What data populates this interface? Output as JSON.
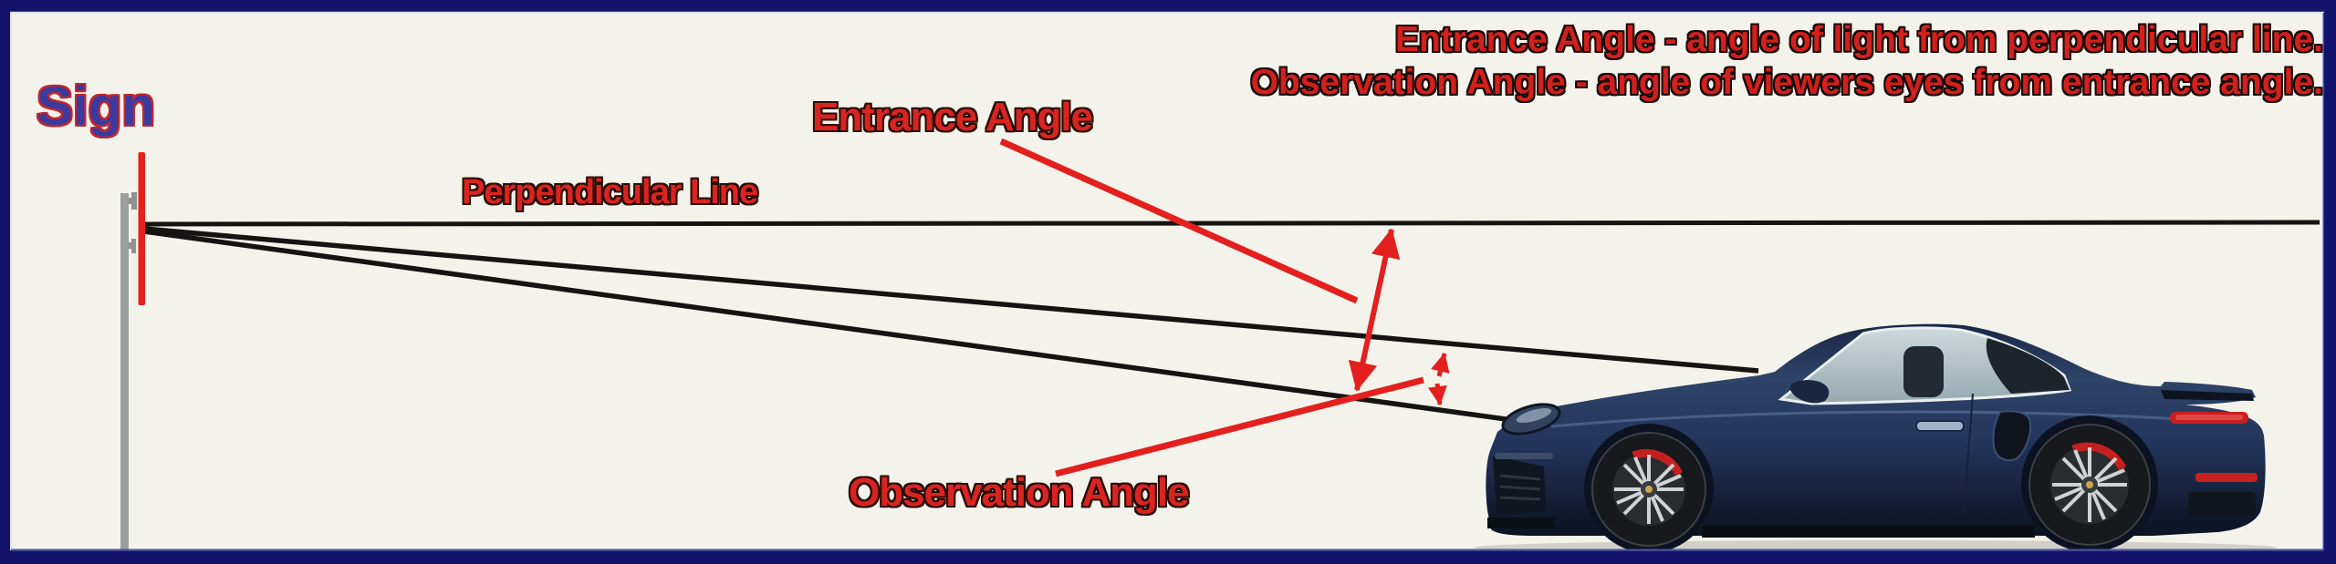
{
  "header": {
    "line1": "Entrance Angle - angle of light from perpendicular line.",
    "line2": "Observation Angle - angle of viewers eyes from entrance angle."
  },
  "labels": {
    "sign": "Sign",
    "perpendicular_line": "Perpendicular Line",
    "entrance_angle": "Entrance Angle",
    "observation_angle": "Observation Angle"
  },
  "colors": {
    "frame_border": "#13136b",
    "background": "#f4f3eb",
    "line_black": "#161412",
    "annotation_red": "#e3201d",
    "label_red_fill": "#da2420",
    "label_outline": "#2a0d07",
    "sign_label_fill": "#3c3a9e",
    "sign_label_outline": "#c3262c",
    "sign_panel_red": "#e7201c",
    "pole_gray": "#9a9e9e",
    "car_body_blue": "#22345a"
  }
}
